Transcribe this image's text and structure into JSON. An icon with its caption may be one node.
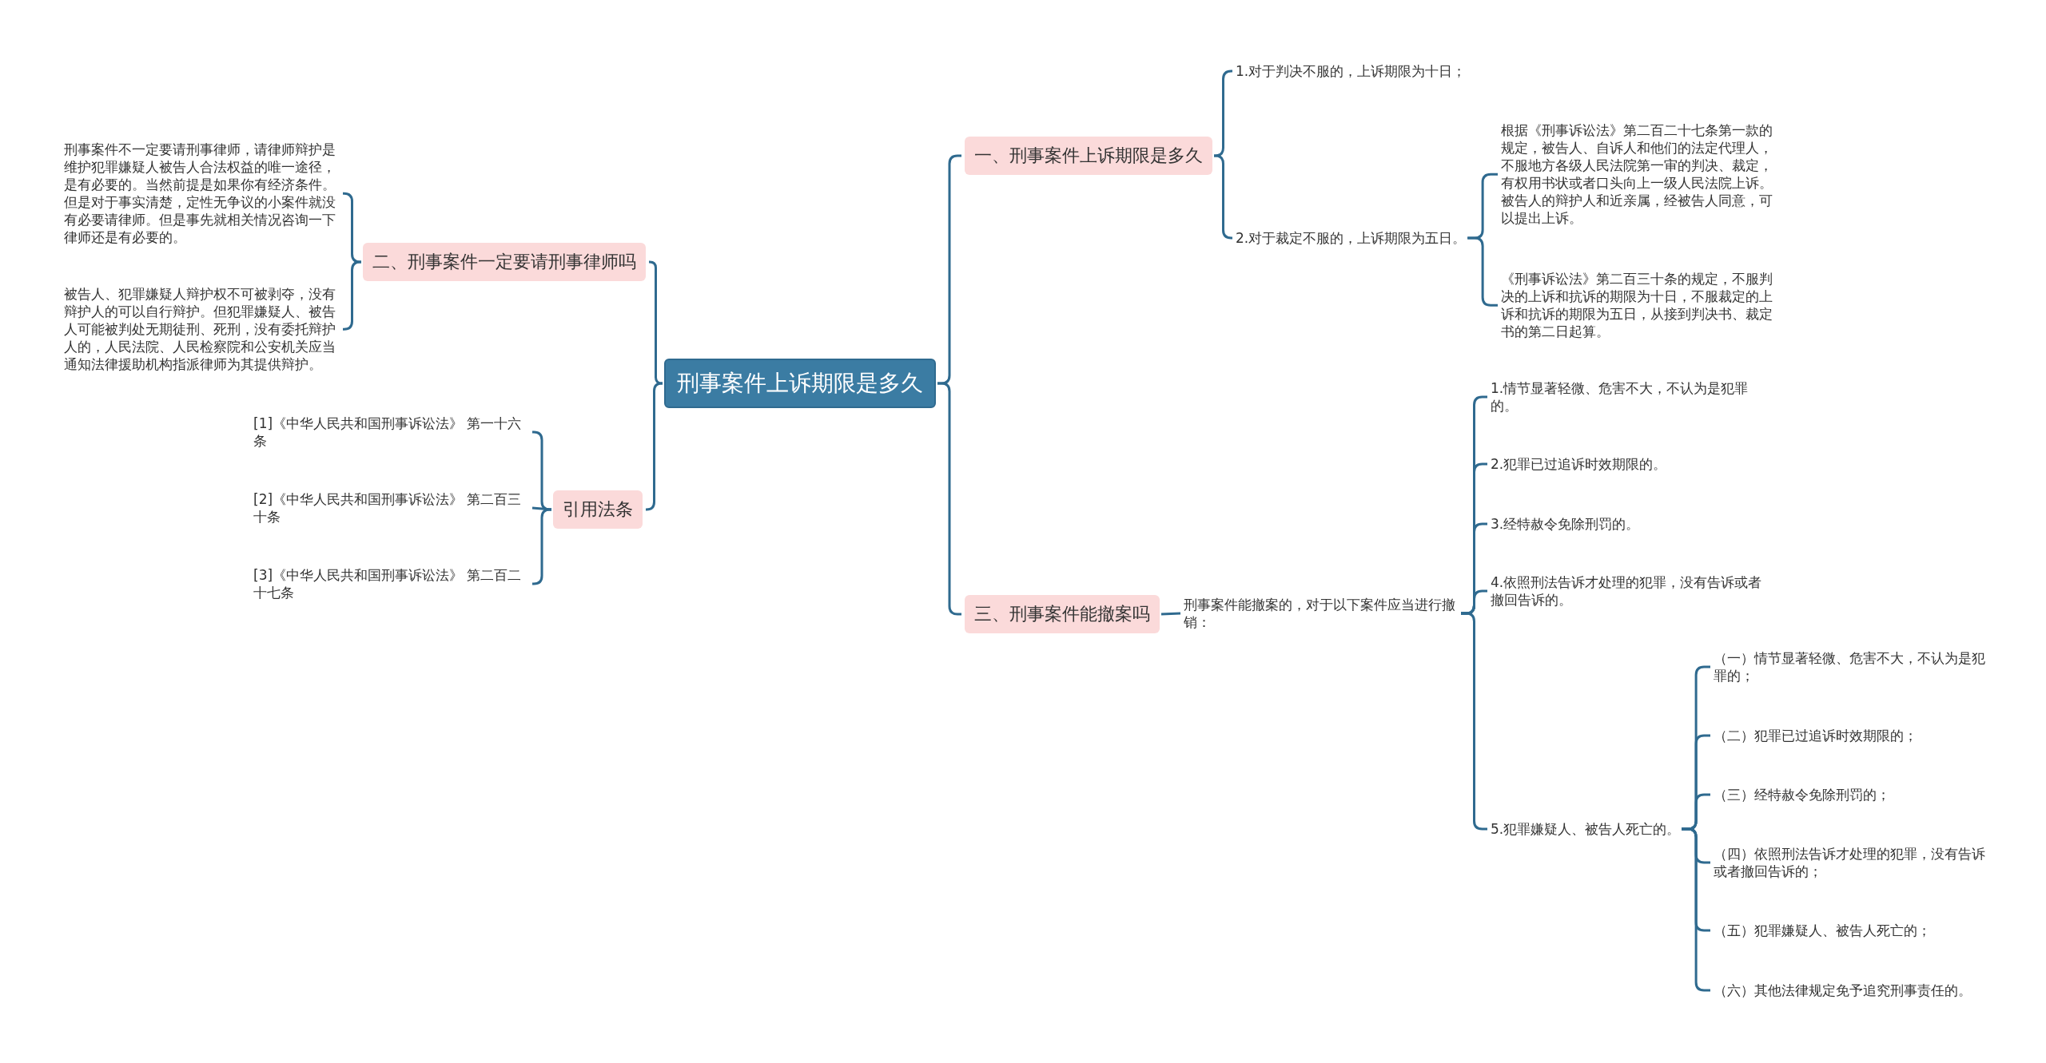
{
  "diagram": {
    "nodes": [
      {
        "text": [
          "刑事案件上诉期限是多久"
        ]
      },
      {
        "text": [
          "一、刑事案件上诉期限是多久"
        ]
      },
      {
        "text": [
          "1.对于判决不服的，上诉期限为十日；"
        ]
      },
      {
        "text": [
          "2.对于裁定不服的，上诉期限为五日。"
        ]
      },
      {
        "text": [
          "根据《刑事诉讼法》第二百二十七条第一款的规定，被告人、自诉人和他们的法定代理人，不服地方各级人民法院第一审的判决、裁定，有权用书状或者口头向上一级人民法院上诉。被告人的辩护人和近亲属，经被告人同意，可以提出上诉。"
        ]
      },
      {
        "text": [
          "《刑事诉讼法》第二百三十条的规定，不服判决的上诉和抗诉的期限为十日，不服裁定的上诉和抗诉的期限为五日，从接到判决书、裁定书的第二日起算。"
        ]
      },
      {
        "text": [
          "二、刑事案件一定要请刑事律师吗"
        ]
      },
      {
        "text": [
          "刑事案件不一定要请刑事律师，请律师辩护是维护犯罪嫌疑人被告人合法权益的唯一途径，是有必要的。当然前提是如果你有经济条件。但是对于事实清楚，定性无争议的小案件就没有必要请律师。但是事先就相关情况咨询一下律师还是有必要的。"
        ]
      },
      {
        "text": [
          "被告人、犯罪嫌疑人辩护权不可被剥夺，没有辩护人的可以自行辩护。但犯罪嫌疑人、被告人可能被判处无期徒刑、死刑，没有委托辩护人的，人民法院、人民检察院和公安机关应当通知法律援助机构指派律师为其提供辩护。"
        ]
      },
      {
        "text": [
          "引用法条"
        ]
      },
      {
        "text": [
          "[1]《中华人民共和国刑事诉讼法》 第一十六条"
        ]
      },
      {
        "text": [
          "[2]《中华人民共和国刑事诉讼法》 第二百三十条"
        ]
      },
      {
        "text": [
          "[3]《中华人民共和国刑事诉讼法》 第二百二十七条"
        ]
      },
      {
        "text": [
          "三、刑事案件能撤案吗"
        ]
      },
      {
        "text": [
          "刑事案件能撤案的，对于以下案件应当进行撤销："
        ]
      },
      {
        "text": [
          "1.情节显著轻微、危害不大，不认为是犯罪的。"
        ]
      },
      {
        "text": [
          "2.犯罪已过追诉时效期限的。"
        ]
      },
      {
        "text": [
          "3.经特赦令免除刑罚的。"
        ]
      },
      {
        "text": [
          "4.依照刑法告诉才处理的犯罪，没有告诉或者撤回告诉的。"
        ]
      },
      {
        "text": [
          "5.犯罪嫌疑人、被告人死亡的。"
        ]
      },
      {
        "text": [
          "（一）情节显著轻微、危害不大，不认为是犯罪的；"
        ]
      },
      {
        "text": [
          "（二）犯罪已过追诉时效期限的；"
        ]
      },
      {
        "text": [
          "（三）经特赦令免除刑罚的；"
        ]
      },
      {
        "text": [
          "（四）依照刑法告诉才处理的犯罪，没有告诉或者撤回告诉的；"
        ]
      },
      {
        "text": [
          "（五）犯罪嫌疑人、被告人死亡的；"
        ]
      },
      {
        "text": [
          "（六）其他法律规定免予追究刑事责任的。"
        ]
      }
    ],
    "edges": [
      {
        "from": 0,
        "to": 1,
        "arrow": "none"
      },
      {
        "from": 1,
        "to": 2,
        "arrow": "none"
      },
      {
        "from": 1,
        "to": 3,
        "arrow": "none"
      },
      {
        "from": 3,
        "to": 4,
        "arrow": "none"
      },
      {
        "from": 3,
        "to": 5,
        "arrow": "none"
      },
      {
        "from": 0,
        "to": 6,
        "arrow": "none"
      },
      {
        "from": 6,
        "to": 7,
        "arrow": "none"
      },
      {
        "from": 6,
        "to": 8,
        "arrow": "none"
      },
      {
        "from": 0,
        "to": 9,
        "arrow": "none"
      },
      {
        "from": 9,
        "to": 10,
        "arrow": "none"
      },
      {
        "from": 9,
        "to": 11,
        "arrow": "none"
      },
      {
        "from": 9,
        "to": 12,
        "arrow": "none"
      },
      {
        "from": 0,
        "to": 13,
        "arrow": "none"
      },
      {
        "from": 13,
        "to": 14,
        "arrow": "none"
      },
      {
        "from": 14,
        "to": 15,
        "arrow": "none"
      },
      {
        "from": 14,
        "to": 16,
        "arrow": "none"
      },
      {
        "from": 14,
        "to": 17,
        "arrow": "none"
      },
      {
        "from": 14,
        "to": 18,
        "arrow": "none"
      },
      {
        "from": 14,
        "to": 19,
        "arrow": "none"
      },
      {
        "from": 19,
        "to": 20,
        "arrow": "none"
      },
      {
        "from": 19,
        "to": 21,
        "arrow": "none"
      },
      {
        "from": 19,
        "to": 22,
        "arrow": "none"
      },
      {
        "from": 19,
        "to": 23,
        "arrow": "none"
      },
      {
        "from": 19,
        "to": 24,
        "arrow": "none"
      },
      {
        "from": 19,
        "to": 25,
        "arrow": "none"
      }
    ]
  }
}
